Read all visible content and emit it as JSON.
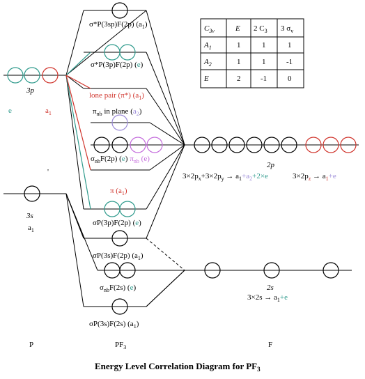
{
  "colors": {
    "black": "#000000",
    "red": "#d0342c",
    "teal": "#2e9a8c",
    "violet": "#9b8bd8",
    "magenta": "#c46cdc"
  },
  "caption": "Energy Level Correlation Diagram for PF",
  "caption_sub": "3",
  "columns": {
    "left": "P",
    "middle": "PF",
    "middle_sub": "3",
    "right": "F"
  },
  "p_atom": {
    "p_label": "3p",
    "p_e": "e",
    "p_a1": "a",
    "p_a1_sub": "1",
    "s_label": "3s",
    "s_a1": "a",
    "s_a1_sub": "1",
    "mark": "'"
  },
  "f_atom": {
    "p_label": "2p",
    "p_combo_1": "3×2p",
    "p_combo_1_sub": "x",
    "p_combo_2": "+3×2p",
    "p_combo_2_sub": "y",
    "p_combo_3": " → a",
    "p_combo_3_sub": "1",
    "p_combo_4": "+a",
    "p_combo_4_sub": "2",
    "p_combo_5": "+2×e",
    "p_combo_6": "3×2p",
    "p_combo_6_sub": "z",
    "p_combo_7": " → a",
    "p_combo_7_sub": "1",
    "p_combo_8": "+e",
    "s_label": "2s",
    "s_combo_1": "3×2s → a",
    "s_combo_1_sub": "1",
    "s_combo_2": "+e"
  },
  "mos": [
    {
      "text": "σ*P(3sp)F(2p) (a",
      "sub": "1",
      "tail": ")"
    },
    {
      "text": "σ*P(3p)F(2p) (",
      "colored": "e",
      "tail": ")"
    },
    {
      "text": "lone pair (π*) (a",
      "sub": "1",
      "tail": ")"
    },
    {
      "text": "π",
      "sub": "nb",
      "text2": " in plane (",
      "colored": "a",
      "colored_sub": "2",
      "tail": ")"
    },
    {
      "text": "σ",
      "sub": "nb",
      "text2": "F(2p) (",
      "colored": "e",
      "tail": ")",
      "extra": "π",
      "extra_sub": "nb",
      "extra_tail": " (e)"
    },
    {
      "text": "π (a",
      "sub": "1",
      "tail": ")"
    },
    {
      "text": "σP(3p)F(2p) (",
      "colored": "e",
      "tail": ")"
    },
    {
      "text": "σP(3s)F(2p) (a",
      "sub": "1",
      "tail": ")"
    },
    {
      "text": "σ",
      "sub": "nb",
      "text2": "F(2s) (",
      "colored": "e",
      "tail": ")"
    },
    {
      "text": "σP(3s)F(2s) (a",
      "sub": "1",
      "tail": ")"
    }
  ],
  "char_table": {
    "header": [
      "C",
      "E",
      "2 C",
      "3 σ"
    ],
    "header_subs": [
      "3v",
      "",
      "3",
      "v"
    ],
    "rows": [
      {
        "label": "A",
        "sub": "1",
        "values": [
          "1",
          "1",
          "1"
        ]
      },
      {
        "label": "A",
        "sub": "2",
        "values": [
          "1",
          "1",
          "-1"
        ]
      },
      {
        "label": "E",
        "sub": "",
        "values": [
          "2",
          "-1",
          "0"
        ]
      }
    ]
  }
}
